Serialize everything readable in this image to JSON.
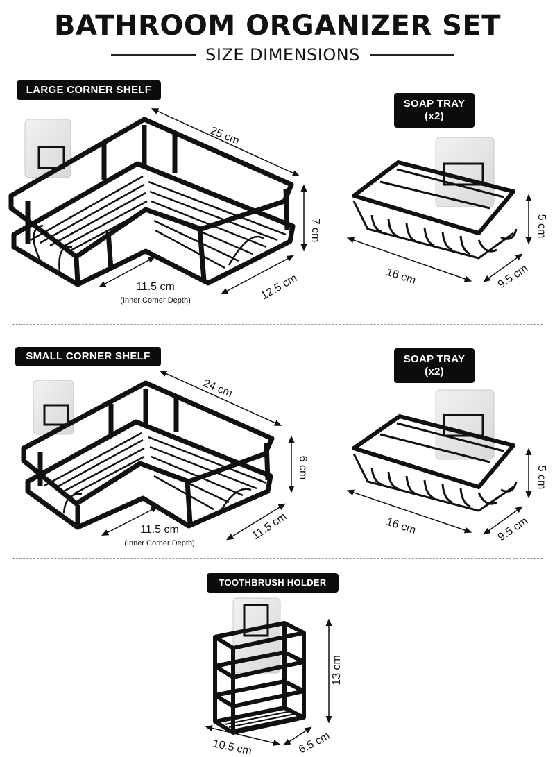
{
  "header": {
    "title": "BATHROOM ORGANIZER SET",
    "subtitle": "SIZE DIMENSIONS"
  },
  "products": {
    "large_shelf": {
      "label": "LARGE CORNER SHELF",
      "length": "25 cm",
      "height": "7 cm",
      "depth": "12.5 cm",
      "inner_depth": "11.5 cm",
      "inner_note": "(Inner Corner Depth)"
    },
    "soap_tray_1": {
      "label_line1": "SOAP TRAY",
      "label_line2": "(x2)",
      "length": "16 cm",
      "height": "5 cm",
      "depth": "9.5 cm"
    },
    "small_shelf": {
      "label": "SMALL CORNER SHELF",
      "length": "24 cm",
      "height": "6 cm",
      "depth": "11.5 cm",
      "inner_depth": "11.5 cm",
      "inner_note": "(Inner Corner Depth)"
    },
    "soap_tray_2": {
      "label_line1": "SOAP TRAY",
      "label_line2": "(x2)",
      "length": "16 cm",
      "height": "5 cm",
      "depth": "9.5 cm"
    },
    "toothbrush_holder": {
      "label": "TOOTHBRUSH HOLDER",
      "height": "13 cm",
      "width": "10.5 cm",
      "depth": "6.5 cm"
    }
  },
  "colors": {
    "background": "#ffffff",
    "metal": "#111111",
    "label_bg": "#0c0c0c",
    "label_text": "#ffffff",
    "adhesive_pad": "#e6e6e6"
  }
}
